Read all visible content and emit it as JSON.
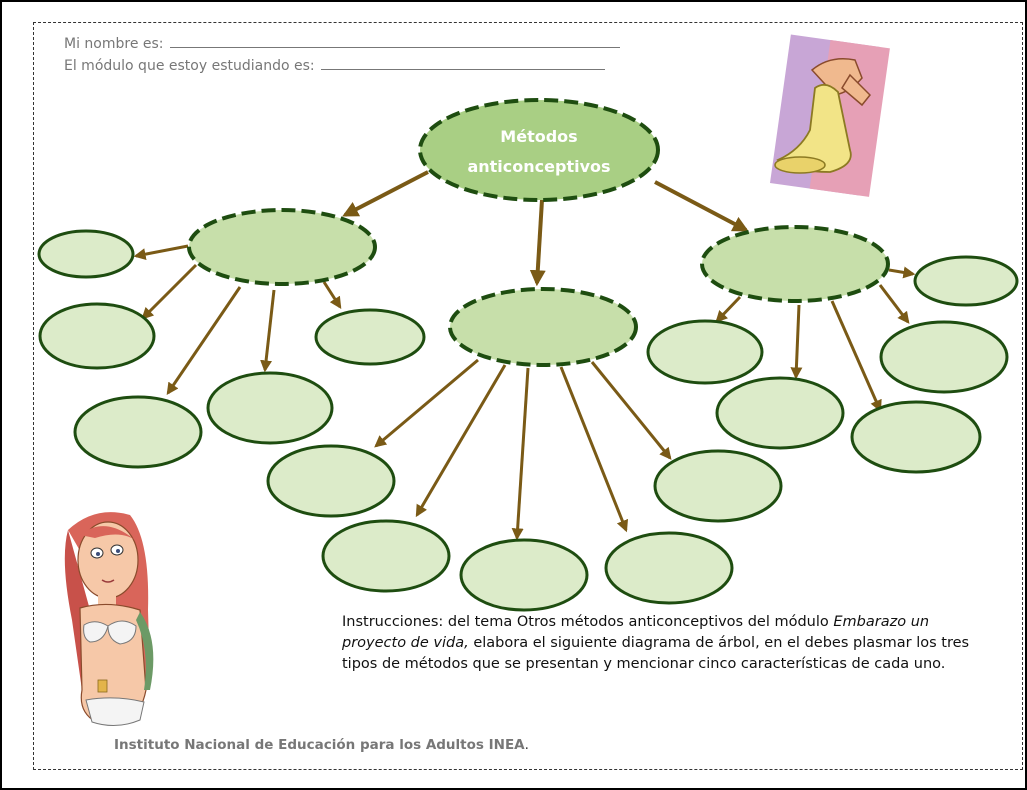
{
  "header": {
    "name_label": "Mi nombre es:",
    "module_label": "El módulo que estoy estudiando  es:"
  },
  "diagram": {
    "root": {
      "line1": "Métodos",
      "line2": "anticonceptivos"
    },
    "branches": 3,
    "leaves_per_branch": 5,
    "colors": {
      "bubble_fill": "#dcebc9",
      "bubble_stroke": "#1e4d10",
      "branch_fill": "#c7dfaa",
      "root_fill": "#a9cf84",
      "arrow": "#7a5a16",
      "root_text": "#ffffff"
    }
  },
  "instructions": {
    "part1": "Instrucciones: del tema Otros métodos anticonceptivos del módulo ",
    "em1": "Embarazo un proyecto de vida,",
    "part2": " elabora el siguiente diagrama de árbol, en el debes plasmar los tres tipos de métodos que se presentan y mencionar cinco características de cada uno."
  },
  "footer": {
    "institution": "Instituto Nacional de Educación para los Adultos INEA",
    "period": "."
  },
  "images": {
    "top_right": "condom-illustration",
    "bottom_left": "girl-illustration"
  }
}
